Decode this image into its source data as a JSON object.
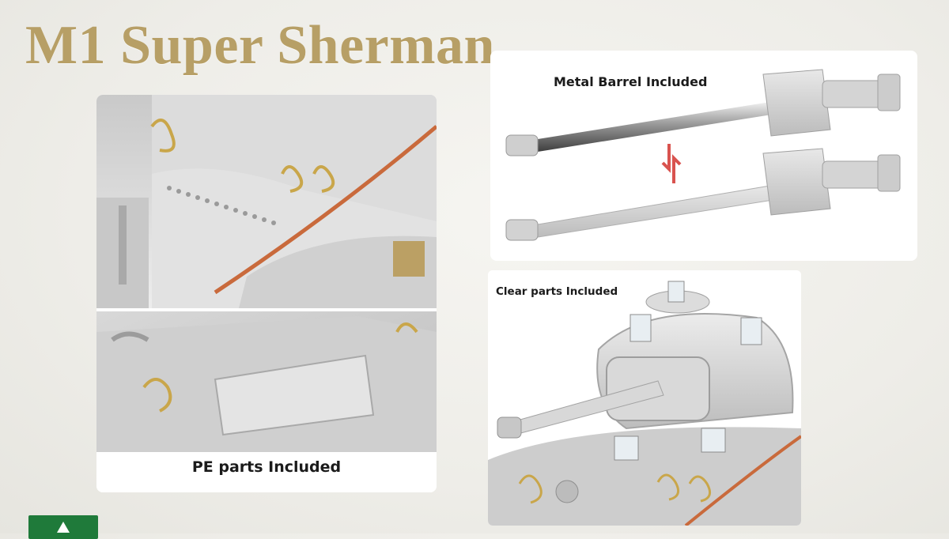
{
  "title": "M1 Super Sherman",
  "panels": {
    "pe": {
      "caption": "PE parts Included"
    },
    "barrel": {
      "caption": "Metal Barrel Included",
      "swap_icon": "swap-arrows-icon"
    },
    "clear": {
      "caption": "Clear parts Included"
    }
  },
  "colors": {
    "title_gold": "#b79f66",
    "model_grey": "#d6d6d6",
    "pe_brass": "#c9a64a",
    "rope": "#c96a3c",
    "swap_arrow": "#d9534f",
    "logo_green": "#1f7a3a"
  },
  "brand_logo": "brand-logo-icon"
}
